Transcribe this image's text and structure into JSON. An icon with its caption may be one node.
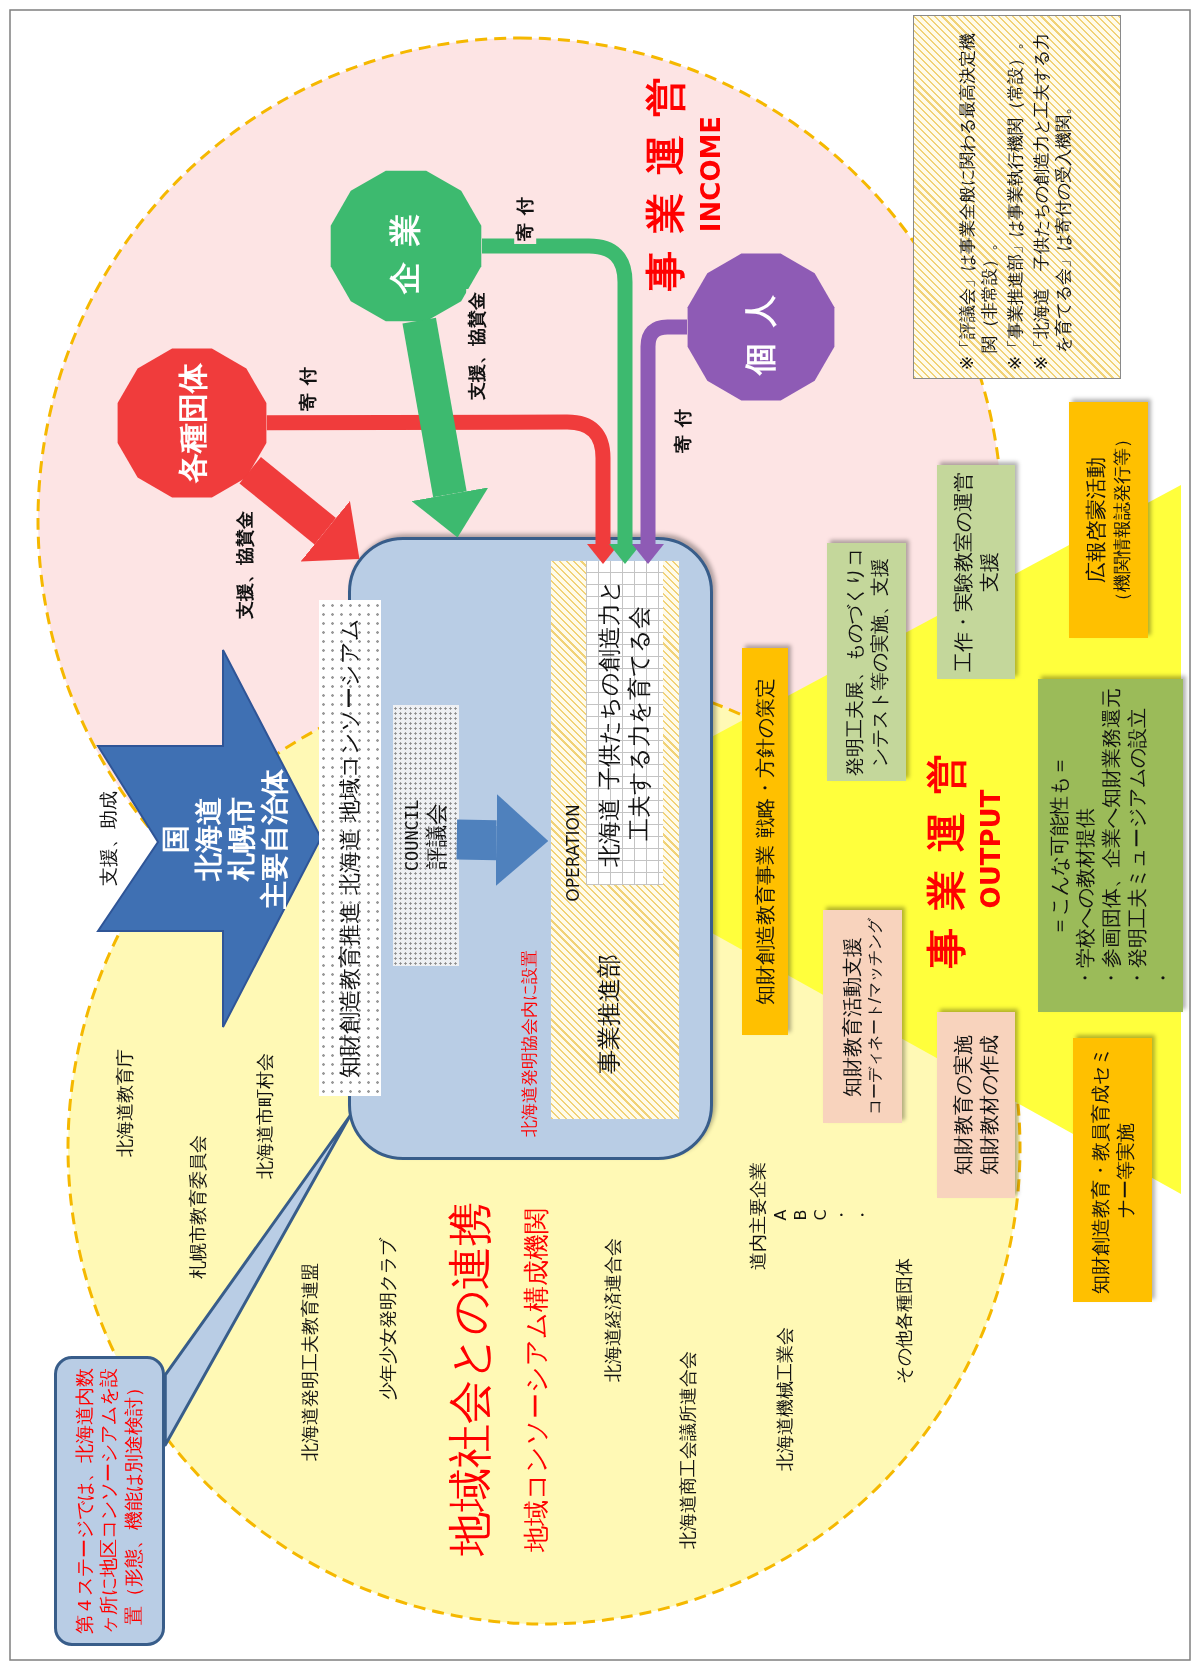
{
  "diagram": {
    "nodes": [
      {
        "text": [
          "各種団体"
        ]
      },
      {
        "text": [
          "企業"
        ]
      },
      {
        "text": [
          "個人"
        ]
      },
      {
        "text": [
          "国",
          "北海道",
          "札幌市",
          "主要自治体"
        ],
        "beside": [
          "支援、助成"
        ]
      },
      {
        "text": [
          "知財創造教育推進 北海道 地域コンソーシアム"
        ]
      },
      {
        "text": [],
        "shape": "box"
      },
      {
        "text": [
          "COUNCIL",
          "評議会"
        ],
        "in": 5
      },
      {
        "text": [
          "OPERATION",
          "事業推進部"
        ],
        "in": 5
      },
      {
        "text": [
          "北海道 子供たちの創造力と工夫する力を育てる会"
        ],
        "in": 7
      },
      {
        "text": [
          "知財創造教育事業 戦略・方針の策定"
        ]
      },
      {
        "text": [
          "発明工夫展、ものづくりコンテスト等の実施、支援"
        ]
      },
      {
        "text": [
          "工作・実験教室の運営支援"
        ]
      },
      {
        "text": [
          "広報啓蒙活動",
          "（機関情報誌発行等）"
        ]
      },
      {
        "text": [
          "知財教育活動支援",
          "コーディネート/マッチング"
        ]
      },
      {
        "text": [
          "知財教育の実施",
          "知財教材の作成"
        ]
      },
      {
        "text": [
          "＝こんな可能性も＝",
          "・学校への教材提供",
          "・参画団体、企業へ知財業務還元",
          "・発明工夫ミュージアムの設立",
          "・"
        ]
      },
      {
        "text": [
          "知財創造教育・教員育成セミナー等実施"
        ]
      },
      {
        "text": [
          "※「評議会」は事業全般に関わる最高決定機関（非常設）。",
          "※「事業推進部」は事業執行機関（常設）。",
          "※「北海道　子供たちの創造力と工夫する力を育てる会」は寄付の受入機関。"
        ]
      },
      {
        "text": [
          "第４ステージでは、北海道内数ヶ所に地区コンソーシアムを設置（形態、機能は別途検討）"
        ]
      }
    ],
    "edges": [
      {
        "from": 0,
        "to": 8,
        "arrow": "to",
        "label": "寄付",
        "color": "#f03c3c"
      },
      {
        "from": 1,
        "to": 8,
        "arrow": "to",
        "label": "寄付",
        "color": "#3dba6f"
      },
      {
        "from": 2,
        "to": 8,
        "arrow": "to",
        "label": "寄付",
        "color": "#8e5bb5"
      },
      {
        "from": 0,
        "to": 5,
        "arrow": "to",
        "label": "支援、協賛金",
        "style": "thick",
        "color": "#f03c3c"
      },
      {
        "from": 1,
        "to": 5,
        "arrow": "to",
        "label": "支援、協賛金",
        "style": "thick",
        "color": "#3dba6f"
      },
      {
        "from": 6,
        "to": 7,
        "arrow": "to",
        "style": "thick",
        "color": "#4f81bd"
      },
      {
        "from": 18,
        "to": 5,
        "arrow": "none",
        "color": "#385d8a"
      }
    ],
    "labels": [
      "事業運営",
      "INCOME",
      "北海道教育庁",
      "札幌市教育委員会",
      "北海道市町村会",
      "北海道発明工夫教育連盟",
      "少年少女発明クラブ",
      "地域社会との連携",
      "地域コンソーシアム構成機関",
      "北海道経済連合会",
      "北海道商工会議所連合会",
      "道内主要企業",
      "A",
      "B",
      "C",
      "・",
      "・",
      "北海道機械工業会",
      "その他各種団体",
      "事業運営",
      "OUTPUT",
      "北海道発明協会内に設置"
    ]
  }
}
